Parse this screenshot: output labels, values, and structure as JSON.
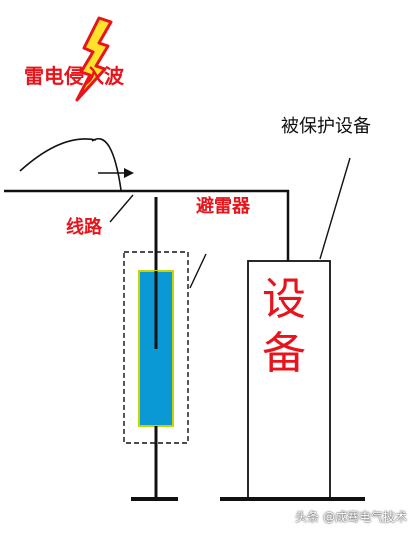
{
  "labels": {
    "lightning_wave": "雷电侵入波",
    "line": "线路",
    "arrester": "避雷器",
    "protected_device": "被保护设备",
    "device_char1": "设",
    "device_char2": "备"
  },
  "watermark": "头条 @成骞电气技术",
  "colors": {
    "label_red": "#e8141b",
    "lightning_fill": "#ffe22a",
    "arrester_fill": "#0b99d6",
    "arrester_border": "#c8d400",
    "line": "#111111"
  },
  "icons": {
    "lightning": "lightning-bolt-icon",
    "arrow": "arrow-right-icon"
  }
}
